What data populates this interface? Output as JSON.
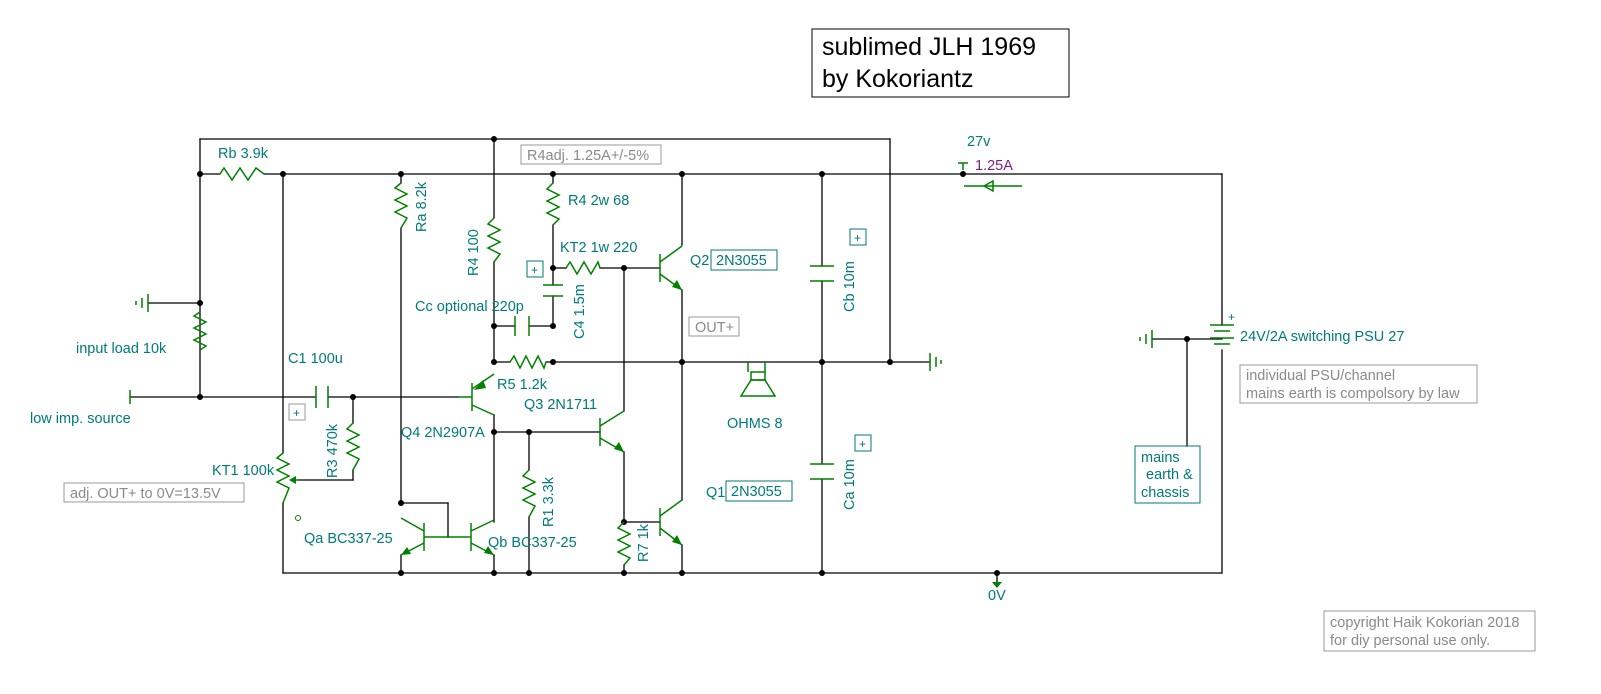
{
  "title": {
    "line1": "sublimed JLH 1969",
    "line2": "by Kokoriantz"
  },
  "labels": {
    "rb": "Rb 3.9k",
    "r4adj": "R4adj. 1.25A+/-5%",
    "volt27": "27v",
    "amp": "1.25A",
    "ra": "Ra 8.2k",
    "r4_100": "R4 100",
    "r4_2w": "R4 2w 68",
    "kt2": "KT2 1w 220",
    "q2": "Q2",
    "q2_type": "2N3055",
    "cb": "Cb 10m",
    "c4": "C4 1.5m",
    "cc": "Cc optional 220p",
    "out_plus": "OUT+",
    "input_load": "input load 10k",
    "psu": "24V/2A switching PSU 27",
    "c1": "C1  100u",
    "r5": "R5 1.2k",
    "ohms": "OHMS 8",
    "psu_note1": "individual PSU/channel",
    "psu_note2": "mains earth is compolsory by law",
    "low_imp": "low imp. source",
    "q3": "Q3 2N1711",
    "r3": "R3 470k",
    "q4": "Q4 2N2907A",
    "kt1": "KT1 100k",
    "ca": "Ca 10m",
    "mains1": "mains",
    "mains2": "earth &",
    "mains3": "chassis",
    "adj": "adj.  OUT+ to 0V=13.5V",
    "q1": "Q1",
    "q1_type": "2N3055",
    "r1": "R1 3.3k",
    "r7": "R7 1k",
    "qa": "Qa BC337-25",
    "qb": "Qb BC337-25",
    "zero_v": "0V",
    "copyright1": "copyright Haik Kokorian 2018",
    "copyright2": "for diy personal use only.",
    "plus_sign": "+"
  }
}
